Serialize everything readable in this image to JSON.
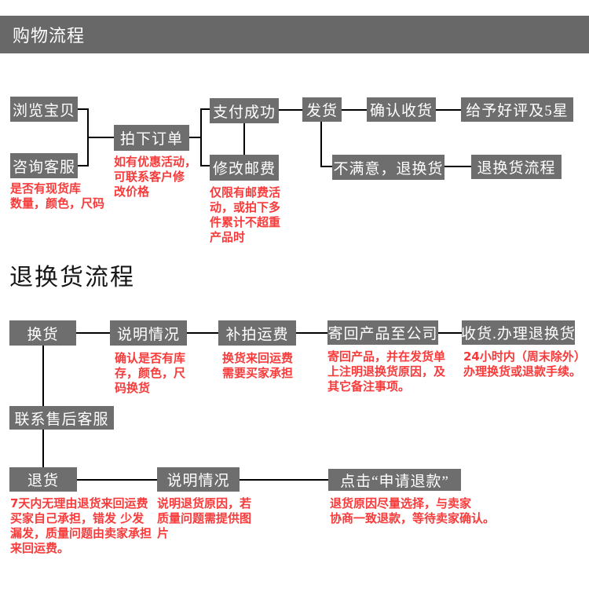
{
  "colors": {
    "header_gray": "#686868",
    "box_gray": "#6e6e6e",
    "note_red": "#f73b3b",
    "connector_black": "#000000"
  },
  "header": {
    "title": "购物流程"
  },
  "section2": {
    "title": "退换货流程"
  },
  "chart1": {
    "nodes": [
      {
        "id": "browse-item",
        "label": "浏览宝贝"
      },
      {
        "id": "contact-service",
        "label": "咨询客服"
      },
      {
        "id": "place-order",
        "label": "拍下订单"
      },
      {
        "id": "payment-success",
        "label": "支付成功"
      },
      {
        "id": "modify-postage",
        "label": "修改邮费"
      },
      {
        "id": "ship-goods",
        "label": "发货"
      },
      {
        "id": "confirm-receipt",
        "label": "确认收货"
      },
      {
        "id": "give-praise",
        "label": "给予好评及5星"
      },
      {
        "id": "not-satisfied",
        "label": "不满意，退换货"
      },
      {
        "id": "return-process",
        "label": "退换货流程"
      }
    ],
    "notes": [
      {
        "id": "stock-note",
        "text": "是否有现货库\n数量，颜色，尺码"
      },
      {
        "id": "discount-note",
        "text": "如有优惠活动，\n可联系客户修\n改价格"
      },
      {
        "id": "postage-note",
        "text": "仅限有邮费活\n动，或拍下多\n件累计不超重\n产品时"
      }
    ]
  },
  "chart2": {
    "nodes": [
      {
        "id": "exchange-goods",
        "label": "换货"
      },
      {
        "id": "explain-situation-1",
        "label": "说明情况"
      },
      {
        "id": "pay-return-freight",
        "label": "补拍运费"
      },
      {
        "id": "send-back-product",
        "label": "寄回产品至公司"
      },
      {
        "id": "receive-and-handle",
        "label": "收货.办理退换货"
      },
      {
        "id": "contact-aftersales",
        "label": "联系售后客服"
      },
      {
        "id": "return-goods",
        "label": "退货"
      },
      {
        "id": "explain-situation-2",
        "label": "说明情况"
      },
      {
        "id": "click-apply-refund",
        "label": "点击“申请退款”"
      }
    ],
    "notes": [
      {
        "id": "confirm-stock-note",
        "text": "确认是否有库\n存，颜色，尺\n码换货"
      },
      {
        "id": "exchange-freight-note",
        "text": "换货来回运费\n需要买家承担"
      },
      {
        "id": "send-back-note",
        "text": "寄回产品，并在发货单\n上注明退换货原因，及\n其它备注事项。"
      },
      {
        "id": "handle-24h-note",
        "text": "24小时内（周末除外）\n办理换货或退款手续。"
      },
      {
        "id": "seven-days-note",
        "text": "7天内无理由退货来回运费\n买家自己承担，错发 少发\n漏发，质量问题由卖家承担\n来回运费。"
      },
      {
        "id": "return-reason-note",
        "text": "说明退货原因，若\n质量问题需提供图\n片"
      },
      {
        "id": "refund-agree-note",
        "text": "退货原因尽量选择，与卖家\n协商一致退款，等待卖家确认。"
      }
    ]
  }
}
